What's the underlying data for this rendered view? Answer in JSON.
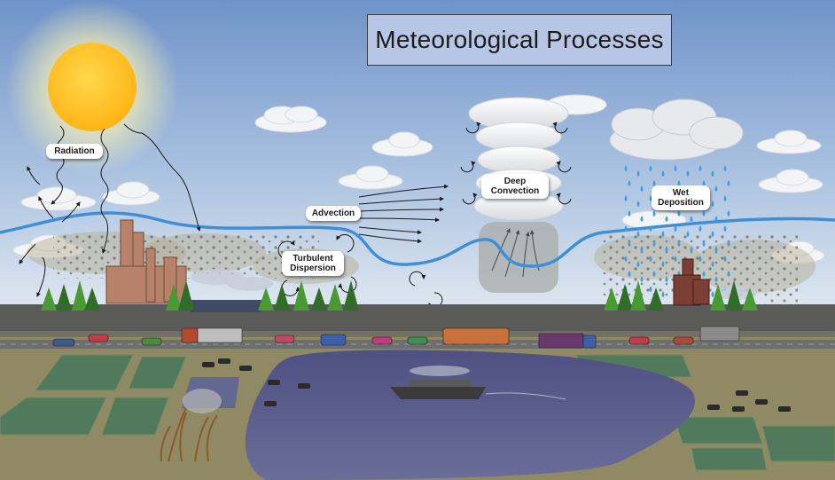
{
  "title": "Meteorological Processes",
  "labels": {
    "radiation": "Radiation",
    "advection": "Advection",
    "turbulent_dispersion": "Turbulent\nDispersion",
    "deep_convection": "Deep\nConvection",
    "wet_deposition": "Wet\nDeposition"
  },
  "colors": {
    "sky_top": "#6f93c9",
    "sky_bottom": "#dde6ef",
    "boundary_layer_line": "#3f8fd6",
    "sun": "#ffc21f",
    "ground": "#7e7a5e",
    "water": "#5d608d",
    "raindrop": "#3fa0e0"
  }
}
